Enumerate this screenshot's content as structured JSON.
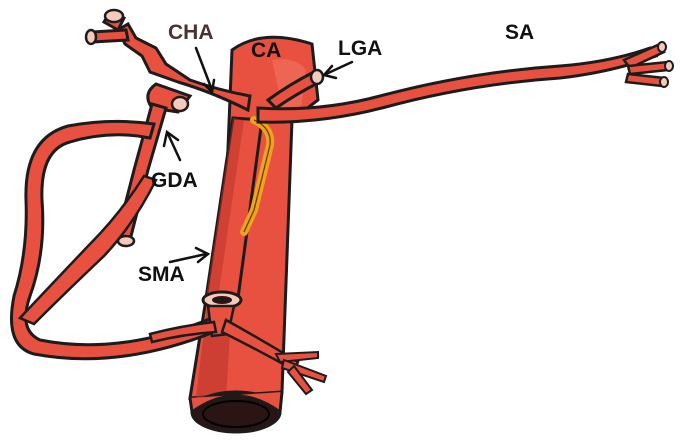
{
  "labels": {
    "cha": "CHA",
    "ca": "CA",
    "lga": "LGA",
    "sa": "SA",
    "gda": "GDA",
    "sma": "SMA"
  },
  "colors": {
    "vessel": "#e8503f",
    "vessel_dark": "#b8322a",
    "vessel_light": "#f27a68",
    "outline": "#1c1c1c",
    "lumen": "#f6c9bd",
    "lumen_dark": "#2a1414",
    "bile_duct": "#f0a21d",
    "label_default": "#111111",
    "label_cha": "#4a3233"
  }
}
